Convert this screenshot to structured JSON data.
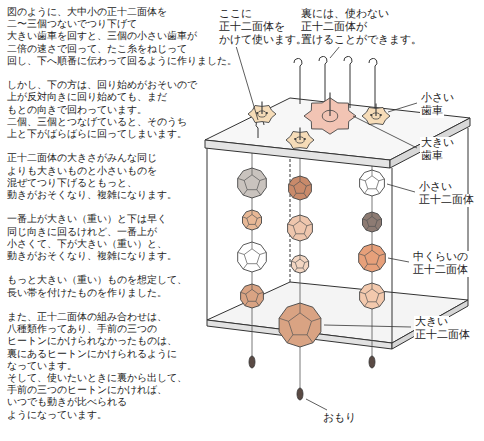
{
  "diagram": {
    "labels": [
      "図のように、大中小の正十二面体を",
      "二〜三個つないでつり下げて",
      "大きい歯車を回すと、三個の小さい歯車が",
      "二倍の速さで回って、たこ糸をねじって",
      "回し、下へ順番に伝わって回るように作りました。",
      "しかし、下の方は、回り始めがおそいので",
      "上が反対向きに回り始めても、まだ",
      "もとの向きで回わっています。",
      "二個、三個とつなげていると、そのうち",
      "上と下がばらばらに回ってしまいます。",
      "正十二面体の大きさがみんな同じ",
      "よりも大きいものと小さいものを",
      "混ぜてつり下げるともっと、",
      "動きがおそくなり、複雑になります。",
      "一番上が大きい（重い）と下は早く",
      "同じ向きに回るけれど、一番上が",
      "小さくて、下が大きい（重い）と、",
      "動きがおそくなり、複雑になります。",
      "もっと大きい（重い）ものを想定して、",
      "長い帯を付けたものを作りました。",
      "また、正十二面体の組み合わせは、",
      "八種類作ってあり、手前の三つの",
      "ヒートンにかけられなかったものは、",
      "裏にあるヒートンにかけられるように",
      "なっています。",
      "そして、使いたいときに裏から出して、",
      "手前の三つのヒートンにかければ、",
      "いつでも動きが比べられる",
      "ようになっています。",
      "ここに",
      "正十二面体を",
      "かけて使います。",
      "裏には、使わない",
      "正十二面体が",
      "置けることができます。",
      "小さい",
      "歯車",
      "大きい",
      "歯車",
      "小さい",
      "正十二面体",
      "中くらいの",
      "正十二面体",
      "大きい",
      "正十二面体",
      "おもり"
    ]
  }
}
